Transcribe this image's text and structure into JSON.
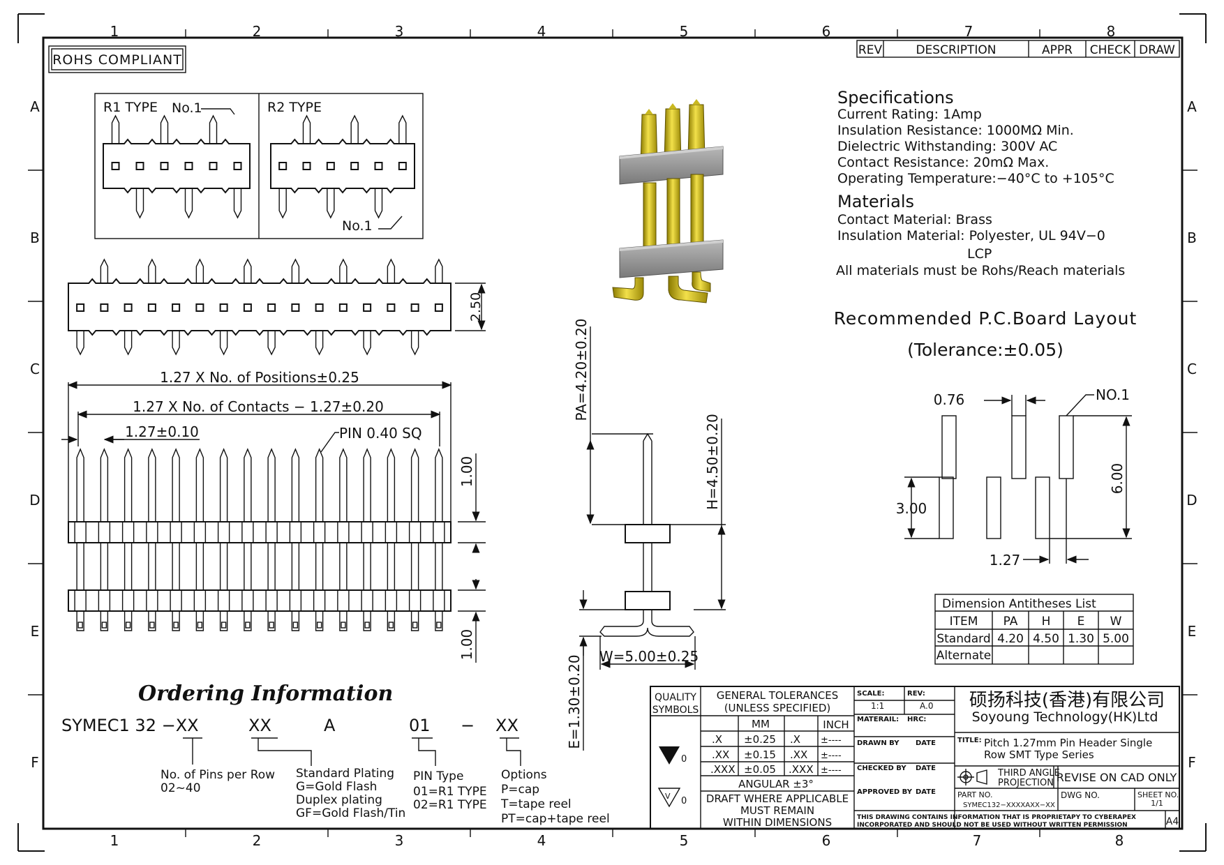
{
  "border": {
    "columns": [
      "1",
      "2",
      "3",
      "4",
      "5",
      "6",
      "7",
      "8"
    ],
    "rows": [
      "A",
      "B",
      "C",
      "D",
      "E",
      "F"
    ]
  },
  "rohs_badge": "ROHS COMPLIANT",
  "revision_table": {
    "headers": [
      "REV",
      "DESCRIPTION",
      "APPR",
      "CHECK",
      "DRAW"
    ]
  },
  "type_views": {
    "r1_label": "R1  TYPE",
    "r2_label": "R2  TYPE",
    "no1_r1": "No.1",
    "no1_r2": "No.1"
  },
  "specifications": {
    "heading": "Specifications",
    "lines": [
      "Current  Rating:    1Amp",
      "Insulation  Resistance:    1000MΩ  Min.",
      "Dielectric  Withstanding:    300V  AC",
      "Contact  Resistance:    20mΩ  Max.",
      "Operating  Temperature:−40°C  to  +105°C"
    ]
  },
  "materials": {
    "heading": "Materials",
    "lines": [
      "Contact  Material:  Brass",
      "Insulation  Material:  Polyester,  UL  94V−0",
      "LCP",
      "All  materials  must  be  Rohs/Reach  materials"
    ]
  },
  "pcb_layout": {
    "title": "Recommended  P.C.Board  Layout",
    "tolerance": "(Tolerance:±0.05)",
    "dim_076": "0.76",
    "dim_no1": "NO.1",
    "dim_600": "6.00",
    "dim_300": "3.00",
    "dim_127": "1.27"
  },
  "front_view": {
    "dim_250": "2.50",
    "dim_positions": "1.27  X  No.  of  Positions±0.25",
    "dim_contacts": "1.27  X  No.  of  Contacts  −  1.27±0.20",
    "dim_pitch": "1.27±0.10",
    "dim_pin": "PIN  0.40  SQ",
    "dim_100_top": "1.00",
    "dim_100_bottom": "1.00"
  },
  "side_view": {
    "dim_pa": "PA=4.20±0.20",
    "dim_h": "H=4.50±0.20",
    "dim_w": "W=5.00±0.25",
    "dim_e": "E=1.30±0.20"
  },
  "antitheses": {
    "title": "Dimension  Antitheses  List",
    "headers": [
      "ITEM",
      "PA",
      "H",
      "E",
      "W"
    ],
    "rows": [
      [
        "Standard",
        "4.20",
        "4.50",
        "1.30",
        "5.00"
      ],
      [
        "Alternate",
        "",
        "",
        "",
        ""
      ]
    ]
  },
  "ordering": {
    "title": "Ordering Information",
    "code": [
      "SYMEC1 32 −XX",
      "XX",
      "A",
      "01",
      "−",
      "XX"
    ],
    "pins_label": [
      "No.  of  Pins  per  Row",
      "02~40"
    ],
    "plating_label": [
      "Standard  Plating",
      "G=Gold  Flash",
      "Duplex  plating",
      "GF=Gold  Flash/Tin"
    ],
    "pin_type_label": [
      "PIN  Type",
      "01=R1  TYPE",
      "02=R1  TYPE"
    ],
    "options_label": [
      "Options",
      "P=cap",
      "T=tape  reel",
      "PT=cap+tape  reel"
    ]
  },
  "title_block": {
    "quality_symbols": "QUALITY\nSYMBOLS",
    "general_tolerances": "GENERAL  TOLERANCES",
    "unless_specified": "(UNLESS  SPECIFIED)",
    "mm": "MM",
    "inch": "INCH",
    "tol_rows": [
      [
        ".X",
        "±0.25",
        ".X",
        "±----"
      ],
      [
        ".XX",
        "±0.15",
        ".XX",
        "±----"
      ],
      [
        ".XXX",
        "±0.05",
        ".XXX",
        "±----"
      ]
    ],
    "angular": "ANGULAR  ±3°",
    "draft_note": [
      "DRAFT  WHERE  APPLICABLE",
      "MUST  REMAIN",
      "WITHIN  DIMENSIONS"
    ],
    "sym_0_a": "0",
    "sym_0_b": "0",
    "scale_label": "SCALE:",
    "scale_value": "1:1",
    "rev_label": "REV:",
    "rev_value": "A.0",
    "material_label": "MATERAIL:",
    "hrc_label": "HRC:",
    "drawn_by": "DRAWN  BY",
    "checked_by": "CHECKED  BY",
    "approved_by": "APPROVED  BY",
    "date": "DATE",
    "company_cn": "硕扬科技(香港)有限公司",
    "company_en": "Soyoung  Technology(HK)Ltd",
    "title_label": "TITLE:",
    "title_line1": "Pitch  1.27mm  Pin  Header  Single",
    "title_line2": "Row  SMT  Type  Series",
    "projection": [
      "THIRD  ANGLE",
      "PROJECTION"
    ],
    "revise": "REVISE  ON  CAD  ONLY",
    "part_no_label": "PART  NO.",
    "part_no": "SYMEC132−XXXXAXX−XX",
    "dwg_no": "DWG  NO.",
    "sheet_no": "SHEET  NO.",
    "sheet_value": "1/1",
    "prop_line1": "THIS  DRAWING  CONTAINS  INFORMATION  THAT  IS  PROPRIETAPY  TO  CYBERAPEX",
    "prop_line2": "INCORPORATED  AND  SHOULD  NOT  BE  USED  WITHOUT  WRITTEN  PERMISSION",
    "size": "A4"
  }
}
